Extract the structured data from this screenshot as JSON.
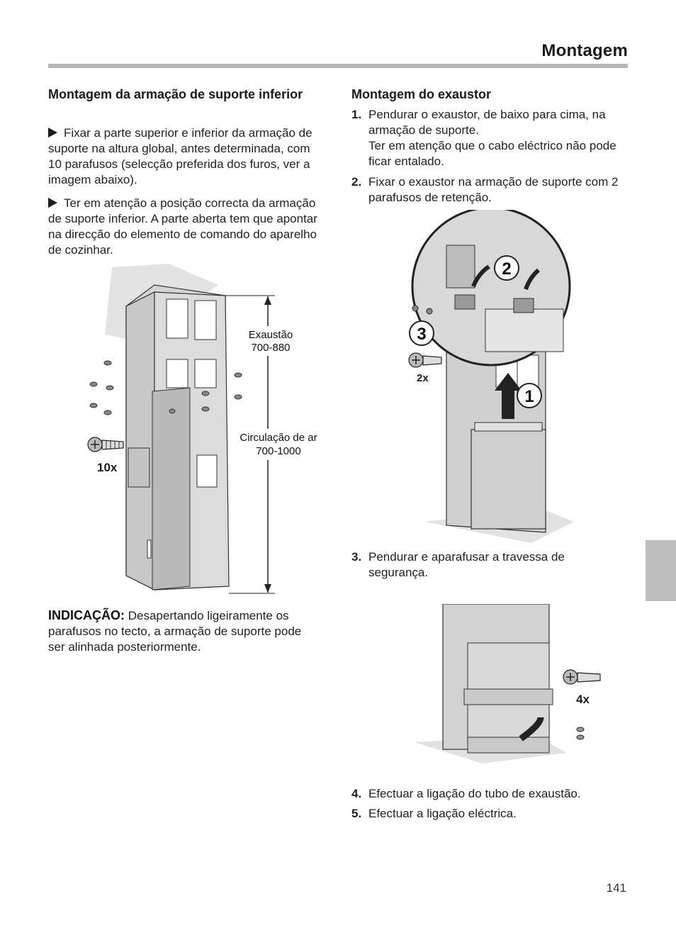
{
  "header": {
    "title": "Montagem"
  },
  "left": {
    "heading": "Montagem da armação de suporte inferior",
    "bullet1": "Fixar a parte superior e inferior da armação de suporte na altura global, antes determinada, com 10 parafusos (selecção preferida dos furos, ver a imagem abaixo).",
    "bullet2": "Ter em atenção a posição correcta da armação de suporte inferior. A parte aberta tem que apontar na direcção do elemento de comando do aparelho de cozinhar.",
    "figure": {
      "label_exhaust_1": "Exaustão",
      "label_exhaust_2": "700-880",
      "label_circ_1": "Circulação de ar",
      "label_circ_2": "700-1000",
      "screw_count": "10x"
    },
    "note_label": "INDICAÇÃO:",
    "note_text": "Desapertando ligeiramente os parafusos no tecto, a armação de suporte pode ser alinhada posteriormente."
  },
  "right": {
    "heading": "Montagem do exaustor",
    "steps_a": [
      {
        "num": "1.",
        "text": "Pendurar o exaustor, de baixo para cima, na armação de suporte.",
        "text2": "Ter em atenção que o cabo eléctrico não pode ficar entalado."
      },
      {
        "num": "2.",
        "text": "Fixar o exaustor na armação de suporte com 2 parafusos de retenção."
      }
    ],
    "figure1": {
      "screw_count": "2x",
      "num1": "1",
      "num2": "2",
      "num3": "3"
    },
    "steps_b": [
      {
        "num": "3.",
        "text": "Pendurar e aparafusar a travessa de segurança."
      }
    ],
    "figure2": {
      "screw_count": "4x"
    },
    "steps_c": [
      {
        "num": "4.",
        "text": "Efectuar a ligação do tubo de exaustão."
      },
      {
        "num": "5.",
        "text": "Efectuar a ligação eléctrica."
      }
    ]
  },
  "footer": {
    "page_number": "141"
  }
}
